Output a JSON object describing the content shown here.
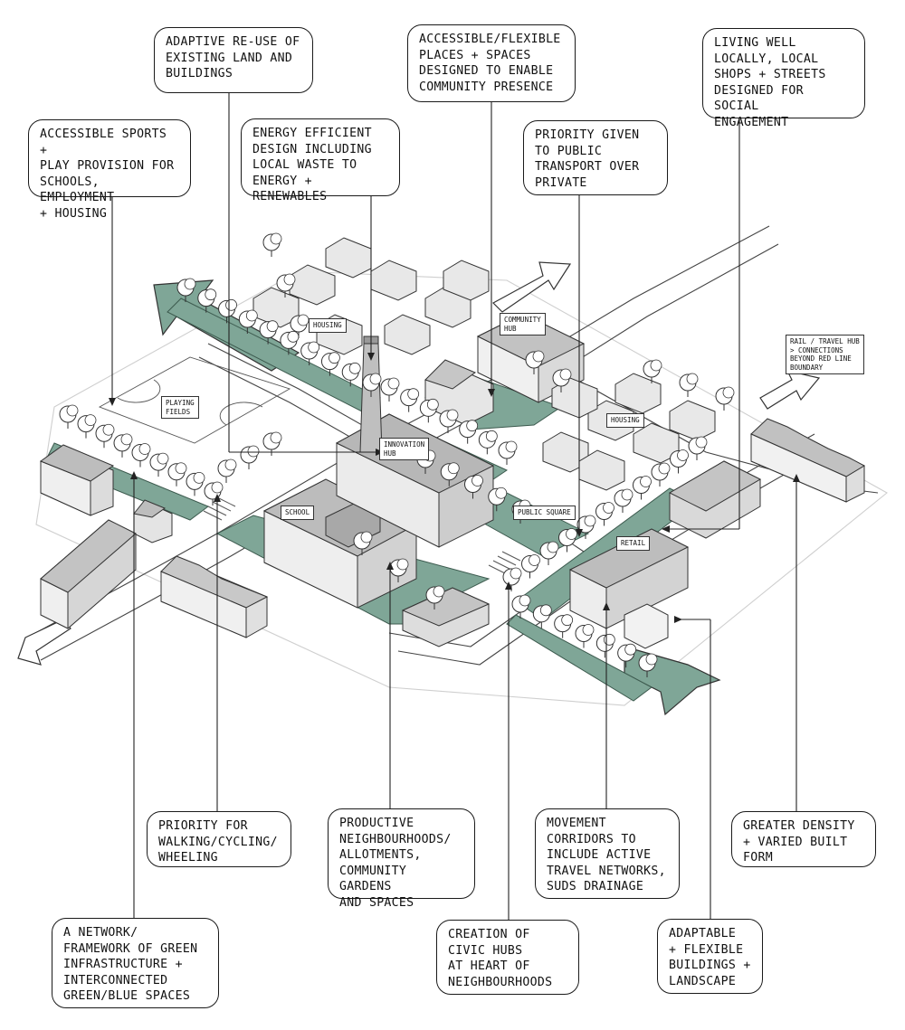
{
  "colors": {
    "green": "#7fa697",
    "green_dark": "#5f8776",
    "line": "#333333",
    "building_light": "#f1f1f1",
    "building_mid": "#cfcfcf",
    "building_dark": "#a9a9a9"
  },
  "callouts": {
    "adaptive_reuse": "ADAPTIVE RE-USE OF\nEXISTING LAND AND\nBUILDINGS",
    "accessible_places": "ACCESSIBLE/FLEXIBLE\nPLACES + SPACES\nDESIGNED TO ENABLE\nCOMMUNITY PRESENCE",
    "living_well": "LIVING WELL\nLOCALLY, LOCAL\nSHOPS + STREETS\nDESIGNED FOR SOCIAL\nENGAGEMENT",
    "sports": "ACCESSIBLE SPORTS +\nPLAY PROVISION FOR\nSCHOOLS, EMPLOYMENT\n+ HOUSING",
    "energy": "ENERGY EFFICIENT\nDESIGN INCLUDING\nLOCAL WASTE TO\nENERGY + RENEWABLES",
    "public_transport": "PRIORITY GIVEN\nTO PUBLIC\nTRANSPORT OVER\nPRIVATE",
    "walking": "PRIORITY FOR\nWALKING/CYCLING/\nWHEELING",
    "productive": "PRODUCTIVE\nNEIGHBOURHOODS/\nALLOTMENTS,\nCOMMUNITY GARDENS\nAND SPACES",
    "movement": "MOVEMENT\nCORRIDORS TO\nINCLUDE ACTIVE\nTRAVEL NETWORKS,\nSUDS DRAINAGE",
    "density": "GREATER DENSITY\n+ VARIED BUILT\nFORM",
    "green_network": "A NETWORK/\nFRAMEWORK OF GREEN\nINFRASTRUCTURE +\nINTERCONNECTED\nGREEN/BLUE SPACES",
    "civic_hubs": "CREATION OF\nCIVIC HUBS\nAT HEART OF\nNEIGHBOURHOODS",
    "adaptable": "ADAPTABLE\n+ FLEXIBLE\nBUILDINGS +\nLANDSCAPE"
  },
  "tags": {
    "housing_north": "HOUSING",
    "community_hub": "COMMUNITY\nHUB",
    "rail_hub": "RAIL / TRAVEL HUB\n> CONNECTIONS\nBEYOND RED LINE\nBOUNDARY",
    "playing_fields": "PLAYING\nFIELDS",
    "innovation_hub": "INNOVATION\nHUB",
    "housing_east": "HOUSING",
    "school": "SCHOOL",
    "public_square": "PUBLIC SQUARE",
    "retail": "RETAIL"
  }
}
